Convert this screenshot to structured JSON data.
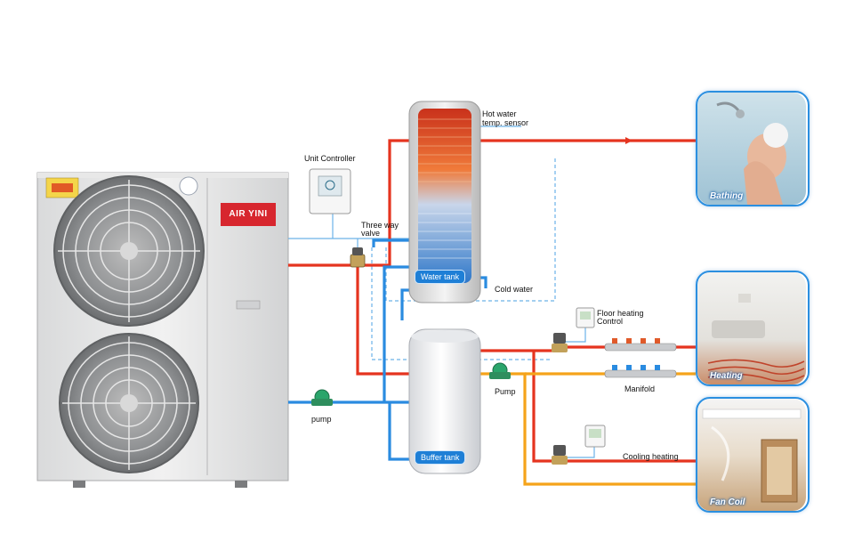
{
  "labels": {
    "unit_controller": "Unit Controller",
    "hot_water_sensor": "Hot water\ntemp. sensor",
    "three_way_valve": "Three way\nvalve",
    "water_tank": "Water tank",
    "cold_water": "Cold water",
    "buffer_tank": "Buffer tank",
    "pump_left": "pump",
    "pump_right": "Pump",
    "floor_heating_control": "Floor heating\nControl",
    "manifold": "Manifold",
    "cooling_heating": "Cooling heating"
  },
  "brand": "AIR YINI",
  "panels": {
    "bathing": "Bathing",
    "heating": "Heating",
    "fan_coil": "Fan Coil"
  },
  "colors": {
    "hot_pipe": "#e5341f",
    "cold_pipe": "#2a8be0",
    "warm_pipe": "#f5a31a",
    "control_line": "#6cb2e8",
    "panel_border": "#2b8fe0"
  }
}
